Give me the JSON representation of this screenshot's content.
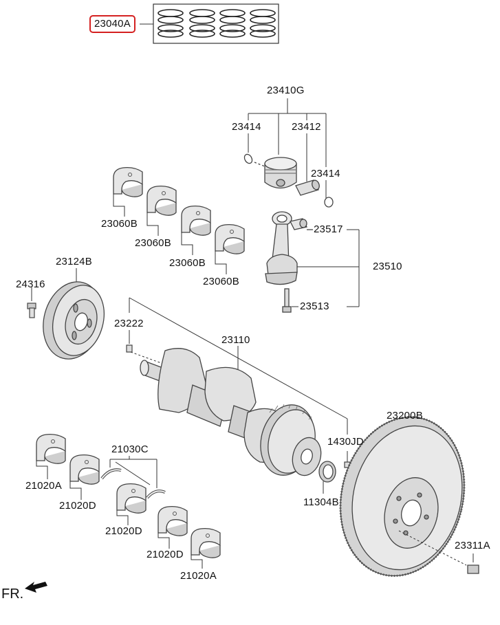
{
  "diagram": {
    "highlight_color": "#d42020",
    "part_fill": "#e3e3e3",
    "part_stroke": "#444444",
    "labels": {
      "ring_set": "23040A",
      "piston_asm": "23410G",
      "pin_clip_left": "23414",
      "piston_pin": "23412",
      "pin_clip_right": "23414",
      "conrod_bearing_1": "23060B",
      "conrod_bearing_2": "23060B",
      "conrod_bearing_3": "23060B",
      "conrod_bearing_4": "23060B",
      "conrod_bushing": "23517",
      "conrod_asm": "23510",
      "conrod_bolt": "23513",
      "damper_pulley": "23124B",
      "pulley_bolt": "24316",
      "pin": "23222",
      "crankshaft": "23110",
      "key": "1430JD",
      "flywheel": "23200B",
      "oil_seal": "11304B",
      "thrust_washer": "21030C",
      "main_bearing_1": "21020A",
      "main_bearing_2": "21020D",
      "main_bearing_3": "21020D",
      "main_bearing_4": "21020D",
      "main_bearing_5": "21020A",
      "flywheel_bolt": "23311A"
    },
    "front_marker": "FR."
  }
}
